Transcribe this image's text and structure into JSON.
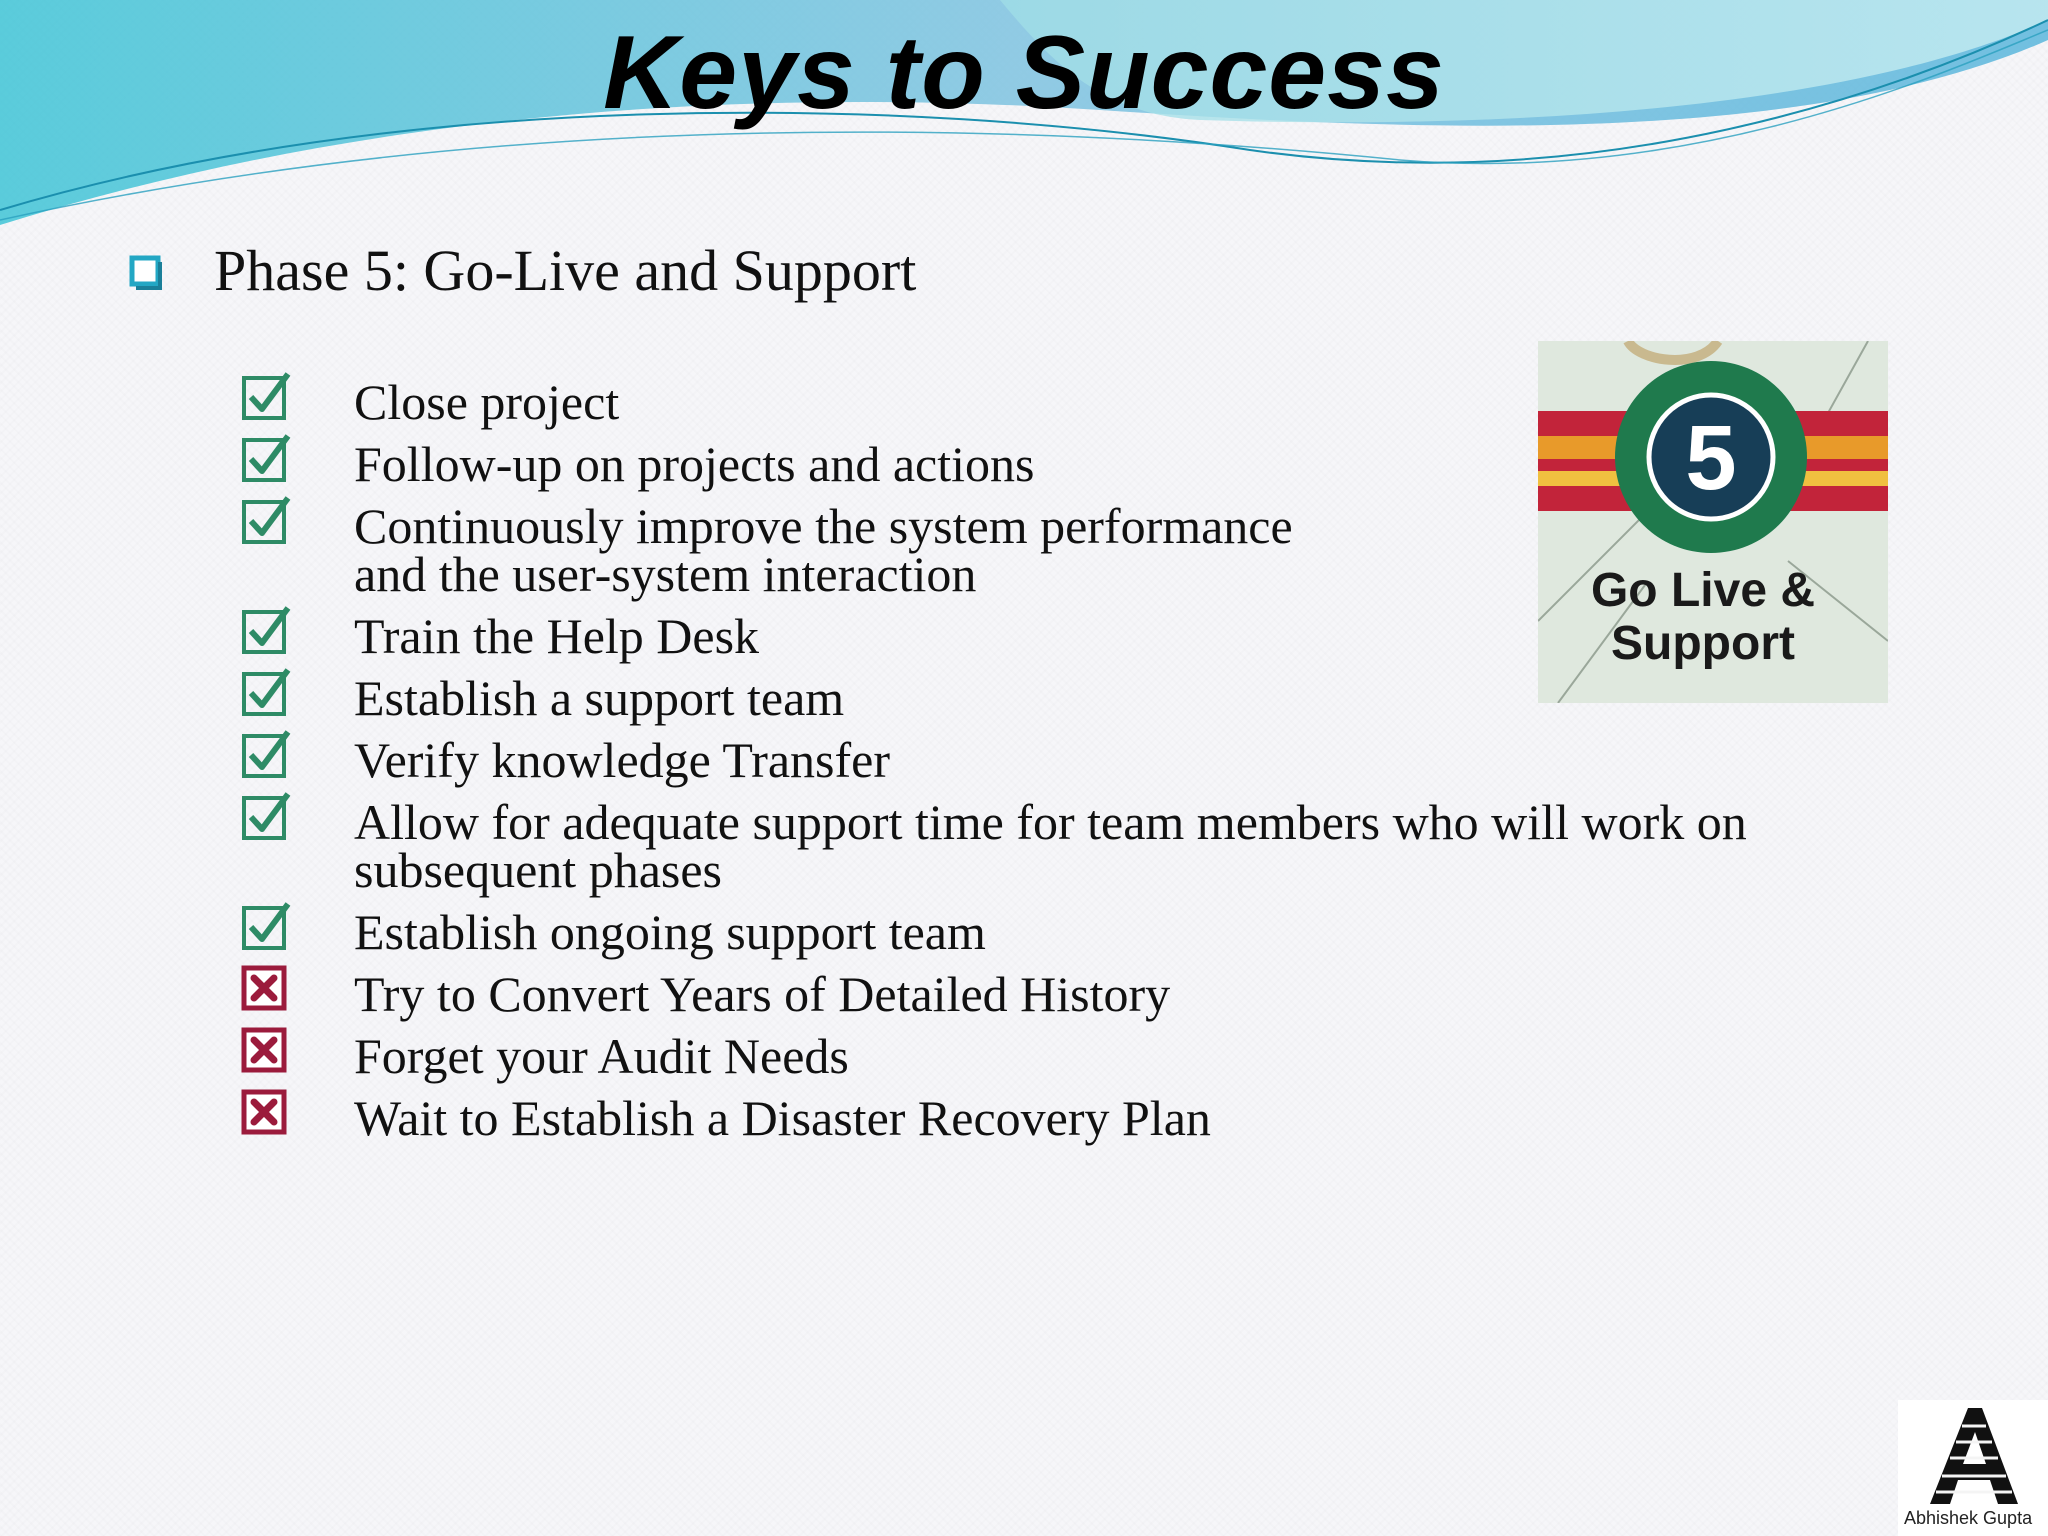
{
  "slide": {
    "title": "Keys to Success",
    "phase": {
      "label": "Phase 5: Go-Live and Support",
      "bullet_icon": "checkbox-outline-icon"
    },
    "items": [
      {
        "status": "check",
        "lines": [
          "Close project"
        ]
      },
      {
        "status": "check",
        "lines": [
          "Follow-up on projects and actions"
        ]
      },
      {
        "status": "check",
        "lines": [
          "Continuously improve the system performance",
          "and the user-system interaction"
        ]
      },
      {
        "status": "check",
        "lines": [
          "Train the Help Desk"
        ]
      },
      {
        "status": "check",
        "lines": [
          "Establish a support team"
        ]
      },
      {
        "status": "check",
        "lines": [
          "Verify knowledge Transfer"
        ]
      },
      {
        "status": "check",
        "lines": [
          "Allow for adequate support time for team members who will work on",
          "subsequent phases"
        ]
      },
      {
        "status": "check",
        "lines": [
          "Establish ongoing support team"
        ]
      },
      {
        "status": "cross",
        "lines": [
          "Try to Convert Years of Detailed History"
        ]
      },
      {
        "status": "cross",
        "lines": [
          "Forget your Audit Needs"
        ]
      },
      {
        "status": "cross",
        "lines": [
          "Wait to Establish a Disaster Recovery Plan"
        ]
      }
    ],
    "badge": {
      "number": "5",
      "line1": "Go Live &",
      "line2": "Support"
    },
    "author_logo": {
      "text": "Abhishek Gupta"
    }
  },
  "colors": {
    "check": "#2e8b66",
    "cross": "#9b1b3c",
    "bullet": "#23a7c4",
    "badge_ring": "#1f7a4d",
    "badge_inner": "#173e57"
  }
}
